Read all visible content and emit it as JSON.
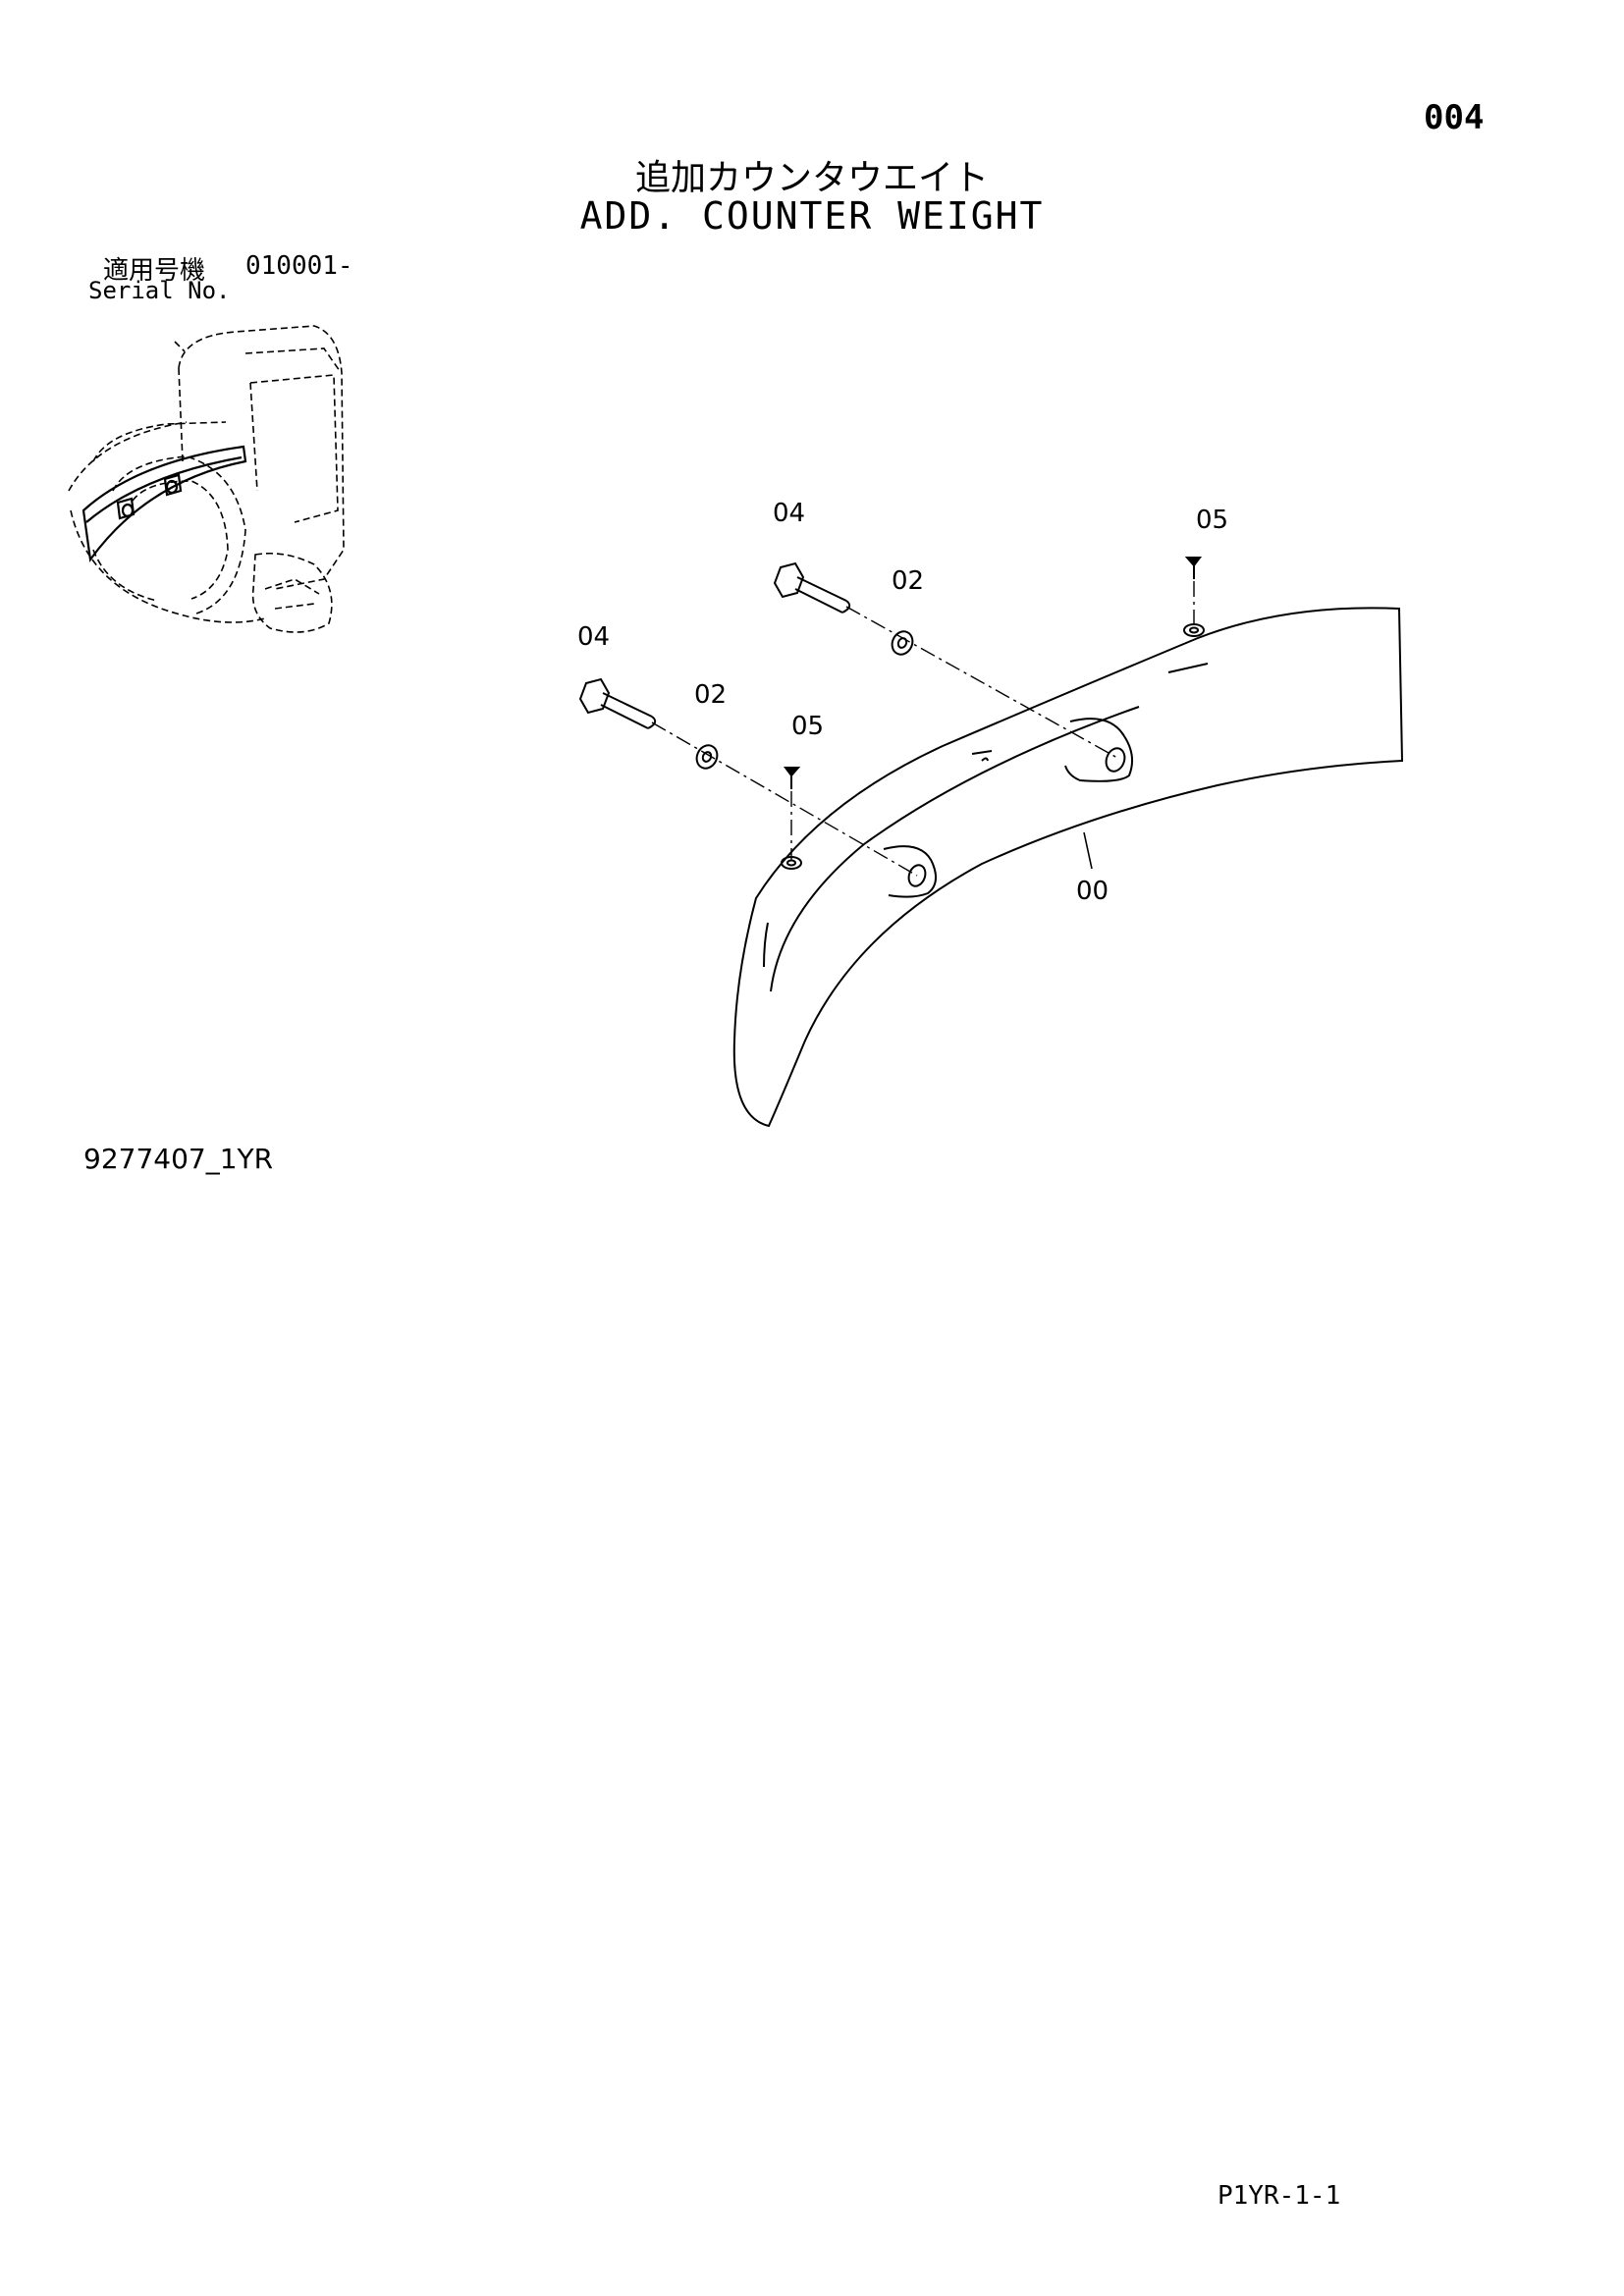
{
  "header": {
    "page_number": "004",
    "title_jp": "追加カウンタウエイト",
    "title_en": "ADD. COUNTER WEIGHT"
  },
  "serial": {
    "label_jp": "適用号機",
    "range": "010001-",
    "label_en": "Serial No."
  },
  "callouts": {
    "counterweight": "00",
    "washer_upper": "02",
    "washer_lower": "02",
    "bolt_upper": "04",
    "bolt_lower": "04",
    "screw_right": "05",
    "screw_left": "05"
  },
  "footer": {
    "drawing_code": "9277407_1YR",
    "page_code": "P1YR-1-1"
  }
}
